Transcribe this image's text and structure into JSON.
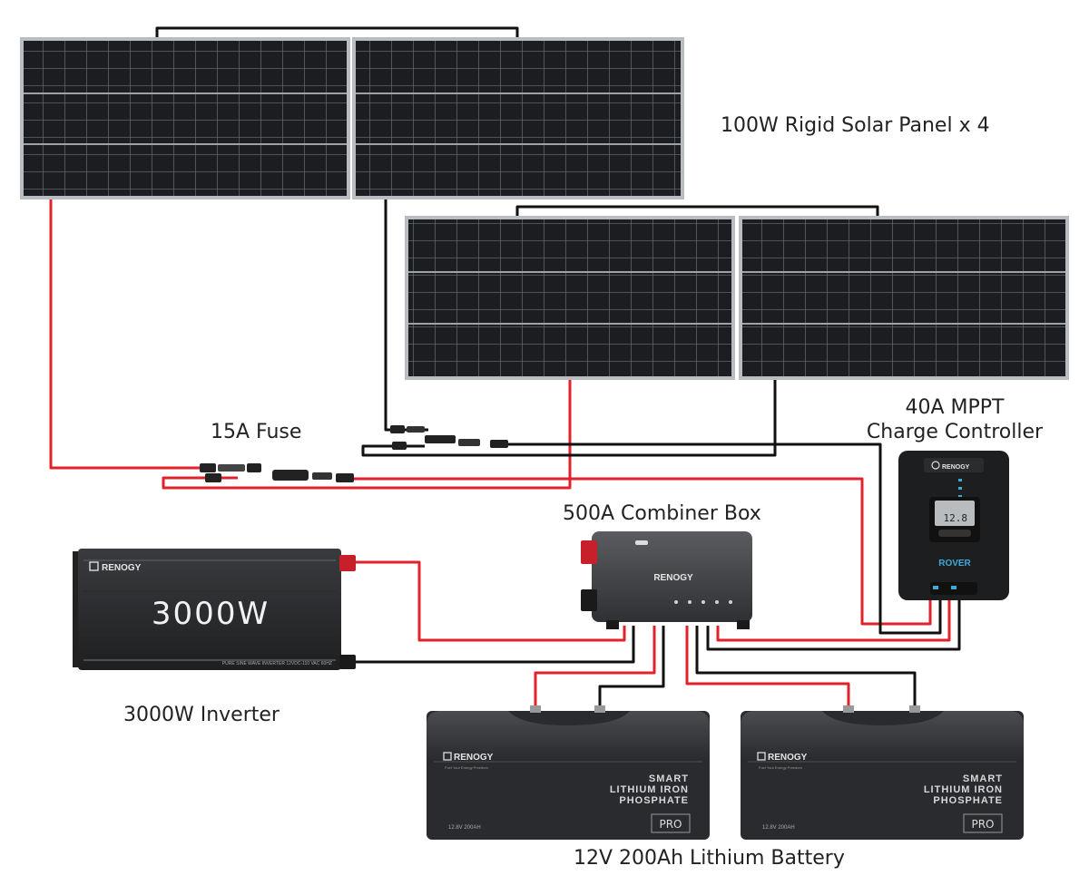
{
  "labels": {
    "solar_panels": "100W Rigid Solar Panel x 4",
    "fuse": "15A Fuse",
    "charge_controller_line1": "40A MPPT",
    "charge_controller_line2": "Charge Controller",
    "combiner_box": "500A Combiner Box",
    "inverter": "3000W Inverter",
    "battery": "12V 200Ah Lithium Battery"
  },
  "inverter": {
    "brand": "RENOGY",
    "rating": "3000W",
    "fineprint": "PURE SINE WAVE INVERTER 12VDC-110 VAC 60HZ"
  },
  "combiner": {
    "brand": "RENOGY"
  },
  "controller": {
    "brand": "RENOGY",
    "model": "ROVER",
    "display": "12.8"
  },
  "batteries": [
    {
      "brand": "RENOGY",
      "tagline": "Fuel Your Energy Freedom",
      "line1": "SMART",
      "line2": "LITHIUM IRON",
      "line3": "PHOSPHATE",
      "spec": "12.8V 200AH",
      "badge": "PRO"
    },
    {
      "brand": "RENOGY",
      "tagline": "Fuel Your Energy Freedom",
      "line1": "SMART",
      "line2": "LITHIUM IRON",
      "line3": "PHOSPHATE",
      "spec": "12.8V 200AH",
      "badge": "PRO"
    }
  ],
  "colors": {
    "positive_wire": "#e1212b",
    "negative_wire": "#111111",
    "panel_cell": "#1b1d20",
    "panel_frame": "#b9bdc2",
    "device_body": "#2c2d30"
  }
}
